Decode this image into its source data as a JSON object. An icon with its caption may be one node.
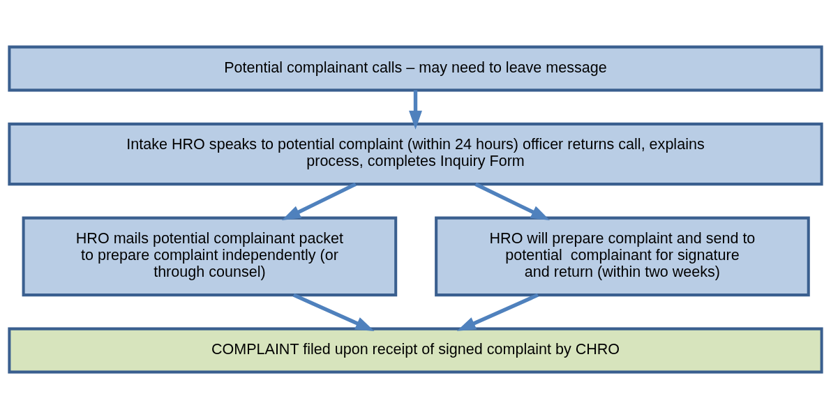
{
  "diagram": {
    "nodes": [
      {
        "text": [
          "Potential complainant calls – may need to leave message"
        ]
      },
      {
        "text": [
          "Intake HRO speaks to potential complaint (within 24 hours) officer returns call, explains process, completes Inquiry Form"
        ]
      },
      {
        "text": [
          "HRO mails potential complainant packet to prepare complaint independently (or through counsel)"
        ]
      },
      {
        "text": [
          "HRO will prepare complaint and send to potential  complainant for signature and return (within two weeks)"
        ]
      },
      {
        "text": [
          "COMPLAINT filed upon receipt of signed complaint by CHRO"
        ]
      }
    ],
    "edges": [
      {
        "from": 0,
        "to": 1,
        "arrow": "to"
      },
      {
        "from": 1,
        "to": 2,
        "arrow": "to"
      },
      {
        "from": 1,
        "to": 3,
        "arrow": "to"
      },
      {
        "from": 2,
        "to": 4,
        "arrow": "to"
      },
      {
        "from": 3,
        "to": 4,
        "arrow": "to"
      }
    ]
  }
}
